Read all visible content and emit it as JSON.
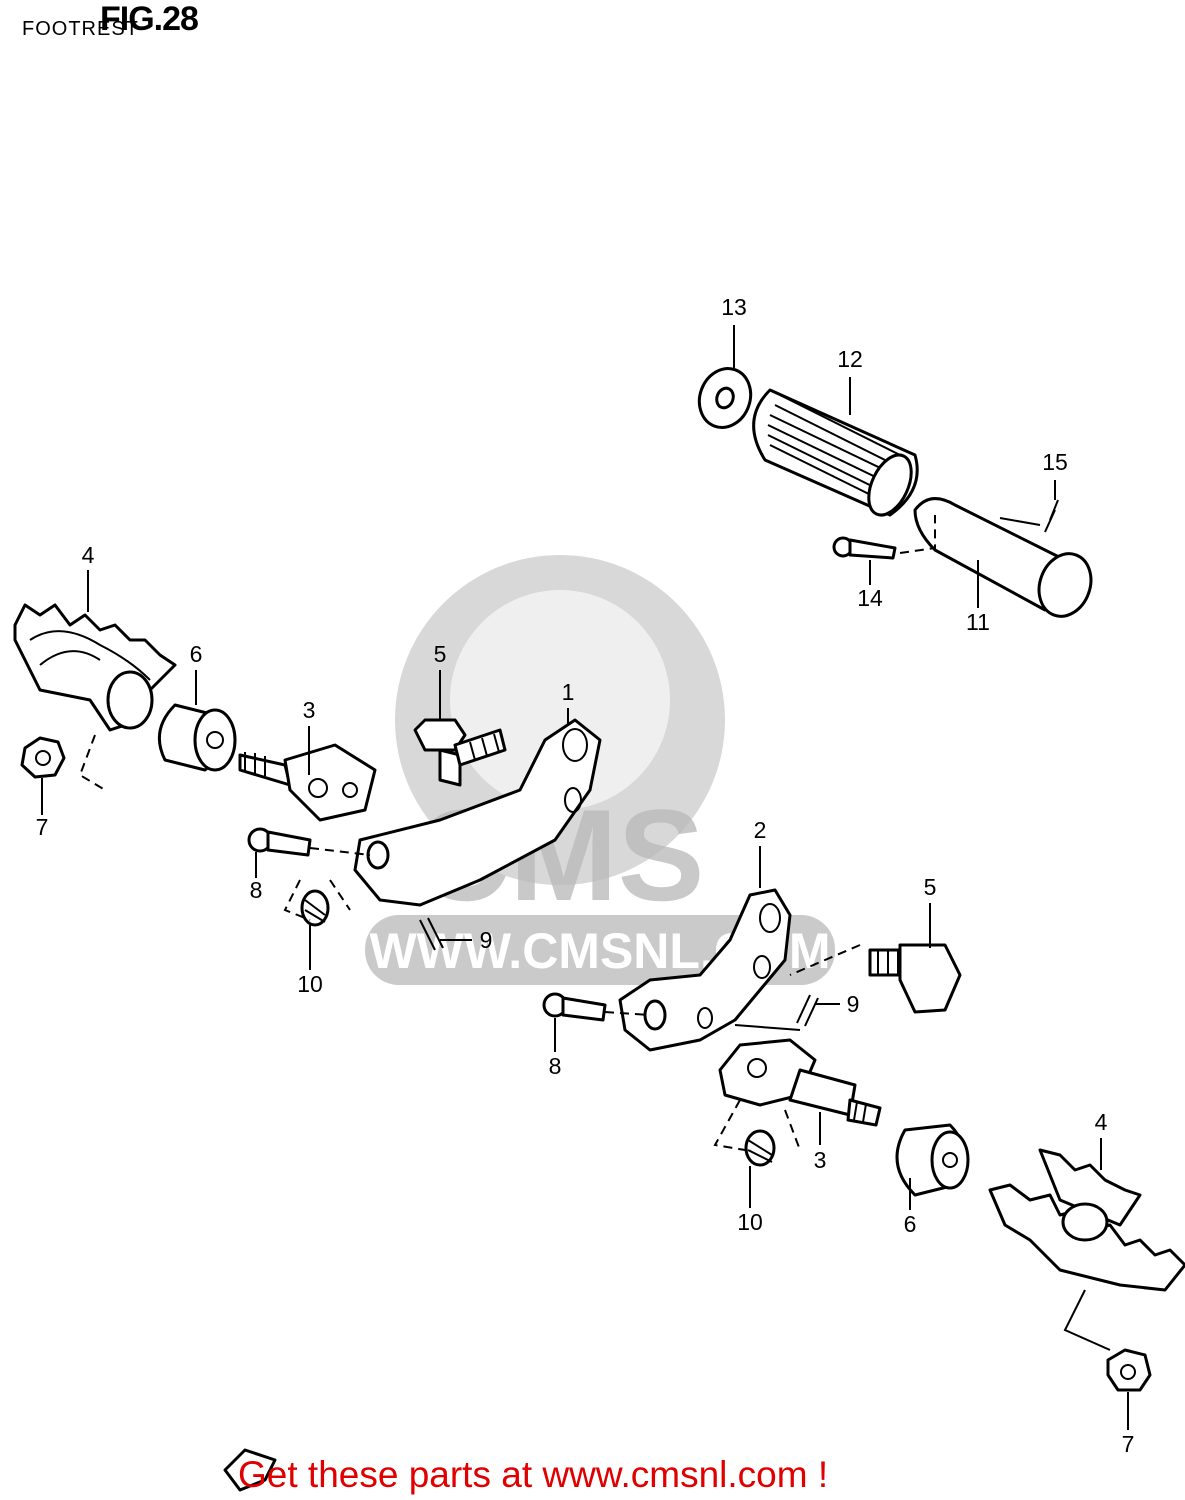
{
  "header": {
    "fig": "FIG.28",
    "title": "FOOTREST"
  },
  "watermark": {
    "logo": "CMS",
    "url": "WWW.CMSNL.COM"
  },
  "footer": {
    "text": "Get these parts at www.cmsnl.com !"
  },
  "callouts": {
    "c1": "1",
    "c2": "2",
    "c3a": "3",
    "c3b": "3",
    "c4a": "4",
    "c4b": "4",
    "c5a": "5",
    "c5b": "5",
    "c6a": "6",
    "c6b": "6",
    "c7a": "7",
    "c7b": "7",
    "c8a": "8",
    "c8b": "8",
    "c9a": "9",
    "c9b": "9",
    "c10a": "10",
    "c10b": "10",
    "c11": "11",
    "c12": "12",
    "c13": "13",
    "c14": "14",
    "c15": "15"
  },
  "colors": {
    "footer": "#e00000",
    "watermark": "#b8b8b8",
    "ink": "#000000"
  }
}
